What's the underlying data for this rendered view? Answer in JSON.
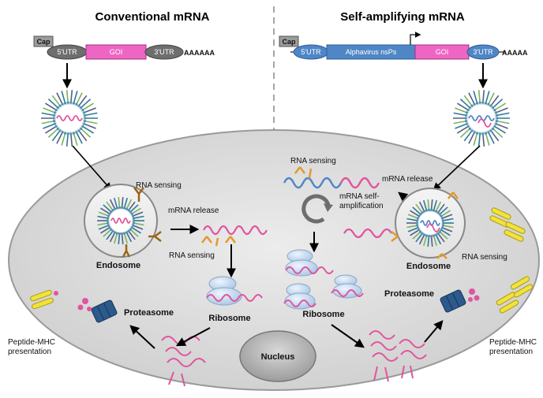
{
  "left": {
    "title": "Conventional mRNA",
    "construct": {
      "cap": "Cap",
      "utr5": "5'UTR",
      "goi": "GOI",
      "utr3": "3'UTR",
      "polyA": "AAAAAA"
    },
    "rna_sensing": "RNA sensing",
    "mrna_release": "mRNA release",
    "rna_sensing_2": "RNA sensing",
    "endosome": "Endosome",
    "ribosome": "Ribosome",
    "proteasome": "Proteasome",
    "peptide_mhc": [
      "Peptide-MHC",
      "presentation"
    ]
  },
  "right": {
    "title": "Self-amplifying mRNA",
    "construct": {
      "cap": "Cap",
      "utr5": "5'UTR",
      "nsps": "Alphavirus nsPs",
      "goi": "GOI",
      "utr3": "3'UTR",
      "polyA": "AAAAA"
    },
    "rna_sensing": "RNA sensing",
    "mrna_release": "mRNA release",
    "self_amp": [
      "mRNA self-",
      "amplification"
    ],
    "endosome": "Endosome",
    "rna_sensing_2": "RNA sensing",
    "ribosome": "Ribosome",
    "proteasome": "Proteasome",
    "peptide_mhc": [
      "Peptide-MHC",
      "presentation"
    ]
  },
  "nucleus": "Nucleus",
  "colors": {
    "cell_fill": "#dcdcdc",
    "cell_stroke": "#9a9a9a",
    "goi": "#ee66c4",
    "utr_blue": "#4f86c6",
    "utr_gray": "#6e6e6e",
    "mrna_pink": "#e0559e",
    "ribosome": "#bcd4ee",
    "proteasome": "#2d5a8c",
    "mhc_yellow": "#f2e23a",
    "receptor_orange": "#e29a2b"
  }
}
